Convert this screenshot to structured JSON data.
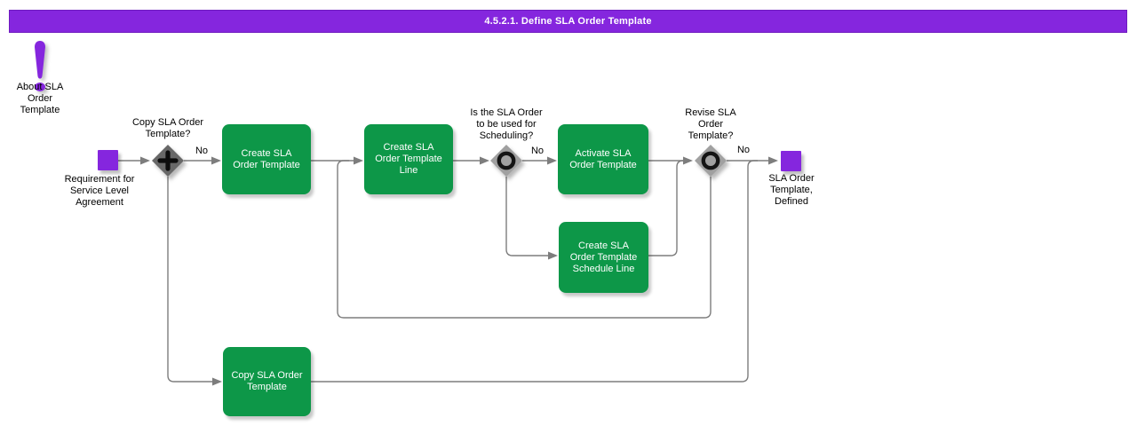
{
  "title_bar": {
    "text": "4.5.2.1. Define SLA Order Template"
  },
  "colors": {
    "accent_purple": "#8526de",
    "task_green": "#0d9748",
    "connector_gray": "#7d7d7d",
    "gateway_dark": "#686868",
    "gateway_light": "#a0a0a0"
  },
  "about": {
    "label": "About SLA\nOrder\nTemplate",
    "icon": "exclamation-icon"
  },
  "start_event": {
    "label": "Requirement for\nService Level\nAgreement"
  },
  "end_event": {
    "label": "SLA Order\nTemplate,\nDefined"
  },
  "decisions": [
    {
      "label": "Copy SLA Order\nTemplate?",
      "no_label": "No",
      "glyph": "plus-gateway-icon"
    },
    {
      "label": "Is the SLA Order\nto be used for\nScheduling?",
      "no_label": "No",
      "glyph": "circle-gateway-icon"
    },
    {
      "label": "Revise SLA\nOrder\nTemplate?",
      "no_label": "No",
      "glyph": "circle-gateway-icon"
    }
  ],
  "tasks": [
    {
      "label": "Create SLA\nOrder Template"
    },
    {
      "label": "Create SLA\nOrder Template\nLine"
    },
    {
      "label": "Activate SLA\nOrder Template"
    },
    {
      "label": "Create SLA\nOrder Template\nSchedule Line"
    },
    {
      "label": "Copy SLA Order\nTemplate"
    }
  ]
}
